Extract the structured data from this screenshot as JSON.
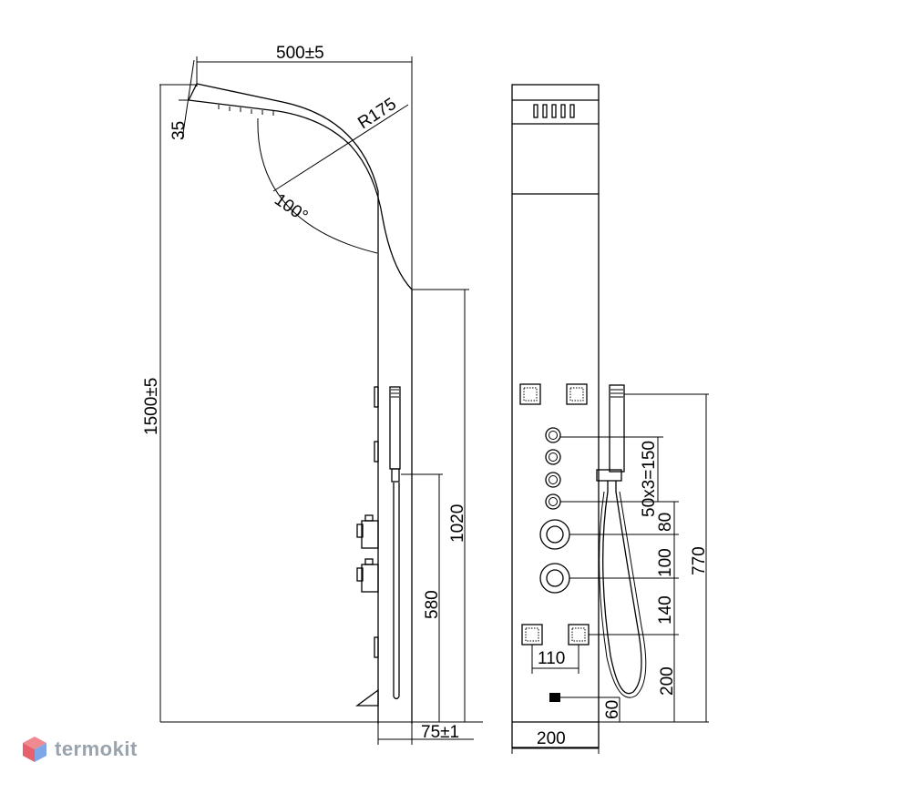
{
  "dimensions": {
    "width_top": "500±5",
    "head_thickness": "35",
    "radius": "R175",
    "angle": "100°",
    "total_height": "1500±5",
    "column_height": "1020",
    "handheld_height": "580",
    "depth": "75±1",
    "jets_spacing": "50x3=150",
    "gap_jets_to_knob": "80",
    "knob_spacing": "100",
    "knob_to_jets": "140",
    "bottom_jets_height": "200",
    "tub_spout_height": "60",
    "panel_body_height": "770",
    "jet_pair_spacing": "110",
    "panel_width": "200"
  },
  "brand": {
    "name": "termokit",
    "color_primary": "#e8606a",
    "color_secondary": "#7fa6e6"
  }
}
